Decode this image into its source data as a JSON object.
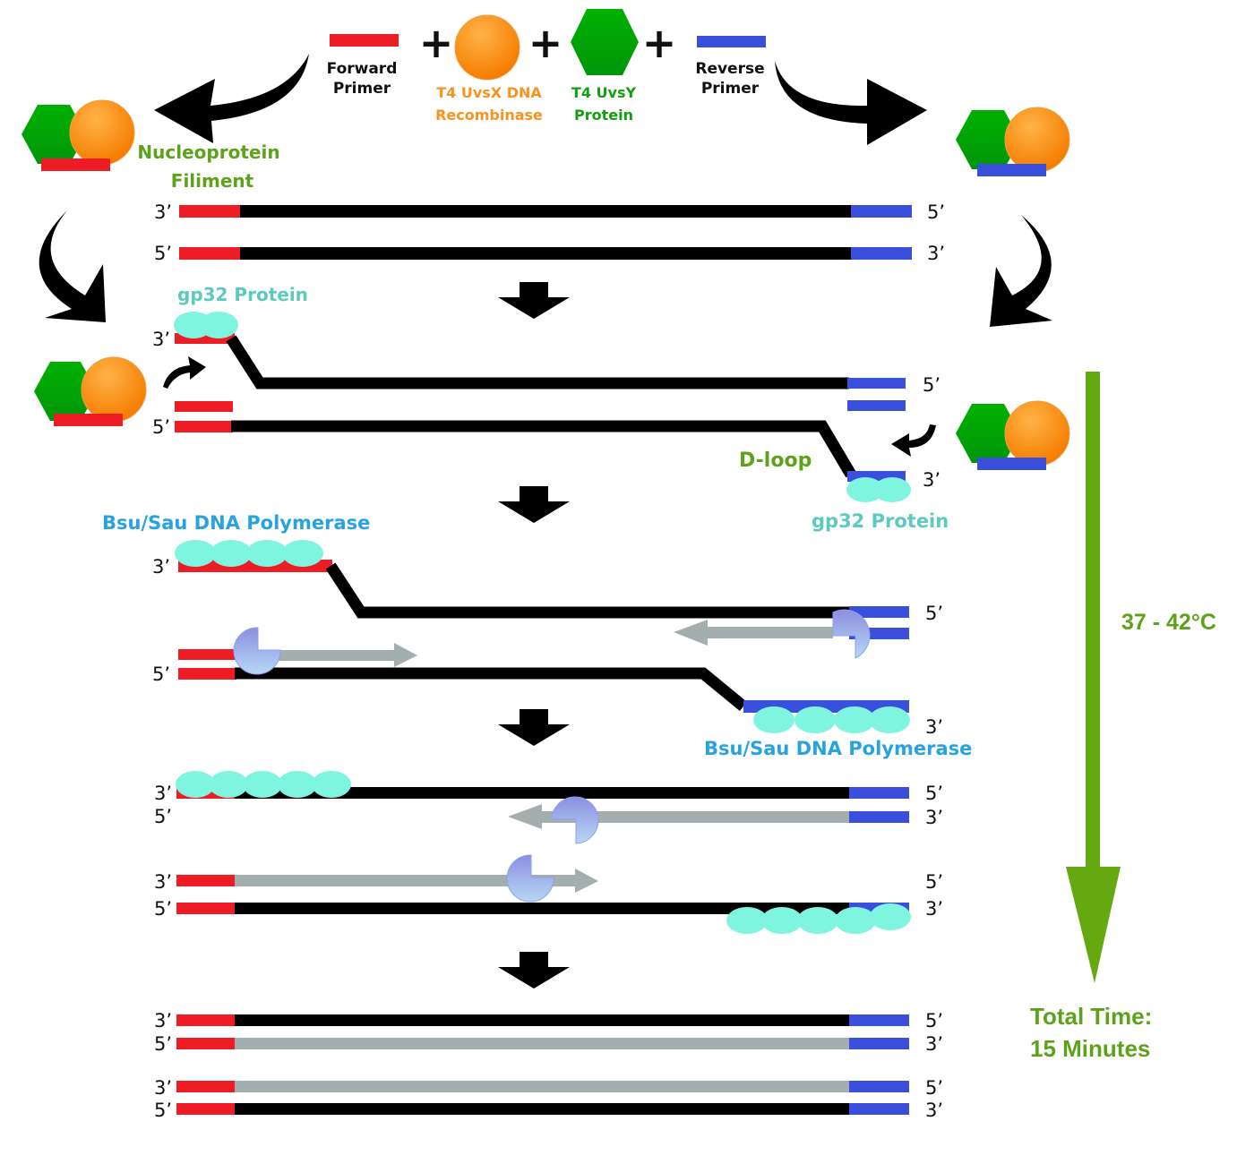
{
  "title": "Recombinase Polymerase Amplification (RPA) mechanism",
  "colors": {
    "forward_primer": "#ee1c25",
    "reverse_primer": "#3a4fdc",
    "dna": "#000000",
    "new_strand": "#a3aeae",
    "recombinase": "#f7931e",
    "uvsy": "#00a651",
    "gp32": "#7ff5e0",
    "label_green": "#5ea11a",
    "label_blue": "#29a3e0",
    "label_teal": "#5ccac0",
    "label_orange": "#f7931e",
    "time_arrow": "#66a80f"
  },
  "reagents": {
    "forward_primer": {
      "line1": "Forward",
      "line2": "Primer"
    },
    "recombinase": {
      "line1": "T4 UvsX DNA",
      "line2": "Recombinase"
    },
    "uvsy": {
      "line1": "T4 UvsY",
      "line2": "Protein"
    },
    "reverse_primer": {
      "line1": "Reverse",
      "line2": "Primer"
    },
    "plus": "+"
  },
  "labels": {
    "nucleoprotein_line1": "Nucleoprotein",
    "nucleoprotein_line2": "Filiment",
    "gp32_top": "gp32 Protein",
    "gp32_right": "gp32 Protein",
    "dloop": "D-loop",
    "polymerase_left": "Bsu/Sau DNA Polymerase",
    "polymerase_right": "Bsu/Sau DNA Polymerase"
  },
  "ends": {
    "three": "3’",
    "five": "5’"
  },
  "conditions": {
    "temperature": "37 - 42°C",
    "time_line1": "Total Time:",
    "time_line2": "15 Minutes"
  }
}
